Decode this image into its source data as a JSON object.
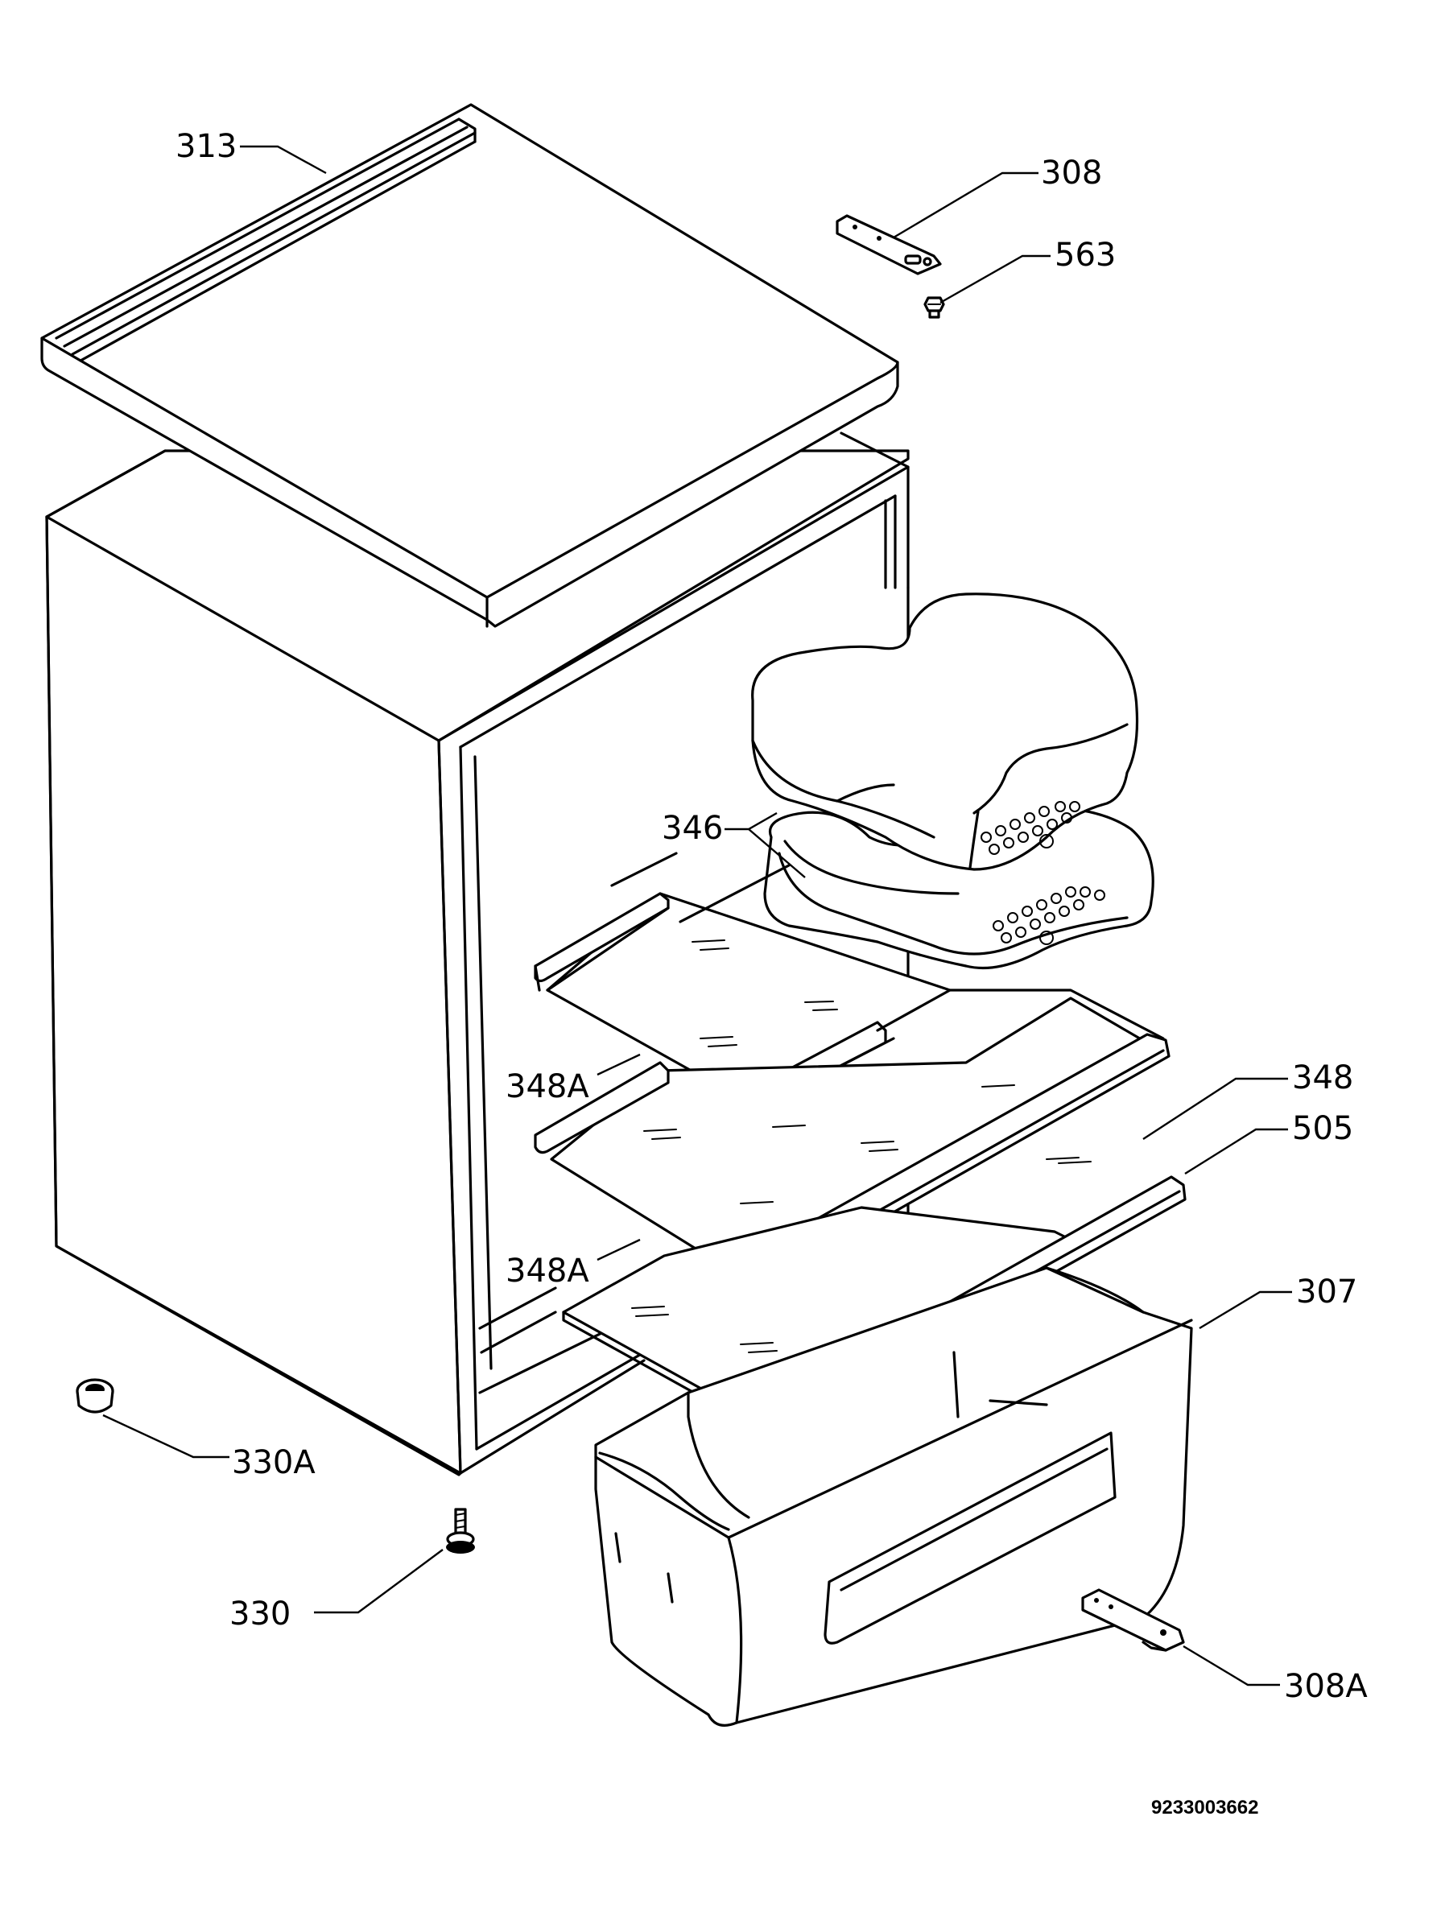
{
  "labels": {
    "313": "313",
    "308": "308",
    "563": "563",
    "346": "346",
    "348": "348",
    "505": "505",
    "348A_upper": "348A",
    "348A_lower": "348A",
    "307": "307",
    "330A": "330A",
    "330": "330",
    "308A": "308A"
  },
  "document_number": "9233003662"
}
